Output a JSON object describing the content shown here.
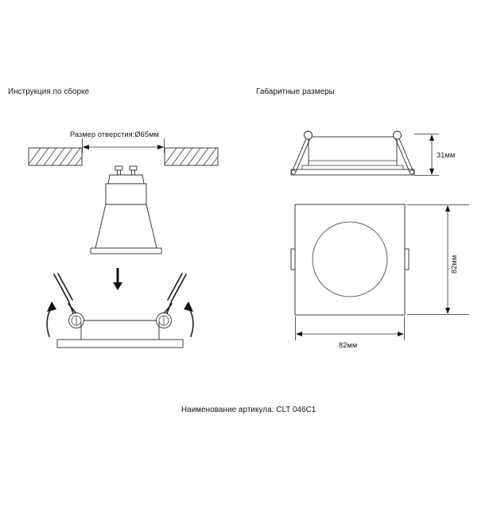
{
  "document": {
    "type": "technical-drawing",
    "background_color": "#ffffff",
    "line_color": "#2b2b2b",
    "text_color": "#111111"
  },
  "left_panel": {
    "title": "Инструкция по сборке",
    "hole_dimension_label": "Размер отверстия:Ø65мм",
    "icons": {
      "ceiling_block_left": "hatched-ceiling-block-icon",
      "ceiling_block_right": "hatched-ceiling-block-icon",
      "lamp": "gu10-lamp-icon",
      "down_arrow": "down-arrow-icon",
      "rotate_left": "rotate-arrow-icon",
      "rotate_right": "rotate-arrow-icon",
      "fixture_springs": "spring-clip-assembly-icon"
    }
  },
  "right_panel": {
    "title": "Габаритные размеры",
    "dimensions": {
      "height": "31мм",
      "width": "82мм",
      "depth": "82мм"
    },
    "icons": {
      "side_view": "fixture-side-section-icon",
      "front_view": "fixture-front-square-icon",
      "aperture": "circle-aperture-icon",
      "clip_tab_left": "spring-tab-icon",
      "clip_tab_right": "spring-tab-icon"
    }
  },
  "footer": {
    "caption": "Наименование артикула: CLT 046C1"
  }
}
